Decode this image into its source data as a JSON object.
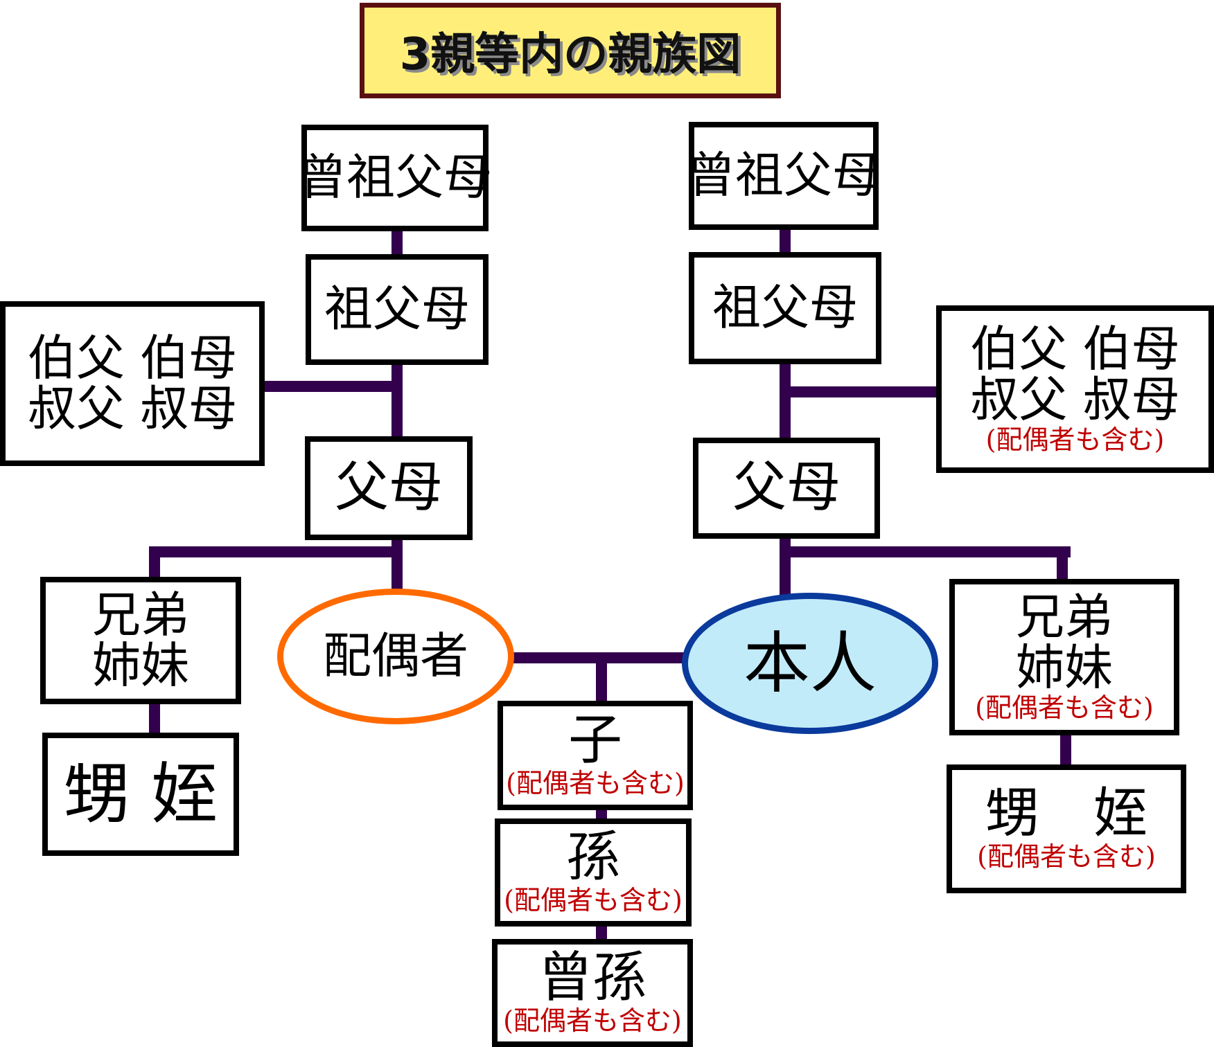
{
  "title": "3親等内の親族図",
  "note": "(配偶者も含む)",
  "colors": {
    "line": "#33004d",
    "spouse_border": "#ff6a00",
    "self_border": "#0a3a9c",
    "self_fill": "#c2ebfa",
    "title_fill": "#ffef7a",
    "note": "#c00000"
  },
  "spouse_side": {
    "great_grandparents": "曾祖父母",
    "grandparents": "祖父母",
    "uncles_aunts_1": "伯父 伯母",
    "uncles_aunts_2": "叔父 叔母",
    "parents": "父母",
    "siblings_1": "兄弟",
    "siblings_2": "姉妹",
    "nephews_nieces": "甥 姪"
  },
  "spouse": "配偶者",
  "self": "本人",
  "self_side": {
    "great_grandparents": "曾祖父母",
    "grandparents": "祖父母",
    "uncles_aunts_1": "伯父 伯母",
    "uncles_aunts_2": "叔父 叔母",
    "parents": "父母",
    "siblings_1": "兄弟",
    "siblings_2": "姉妹",
    "nephews_nieces": "甥　姪"
  },
  "descendants": {
    "children": "子",
    "grandchildren": "孫",
    "great_grandchildren": "曾孫"
  }
}
